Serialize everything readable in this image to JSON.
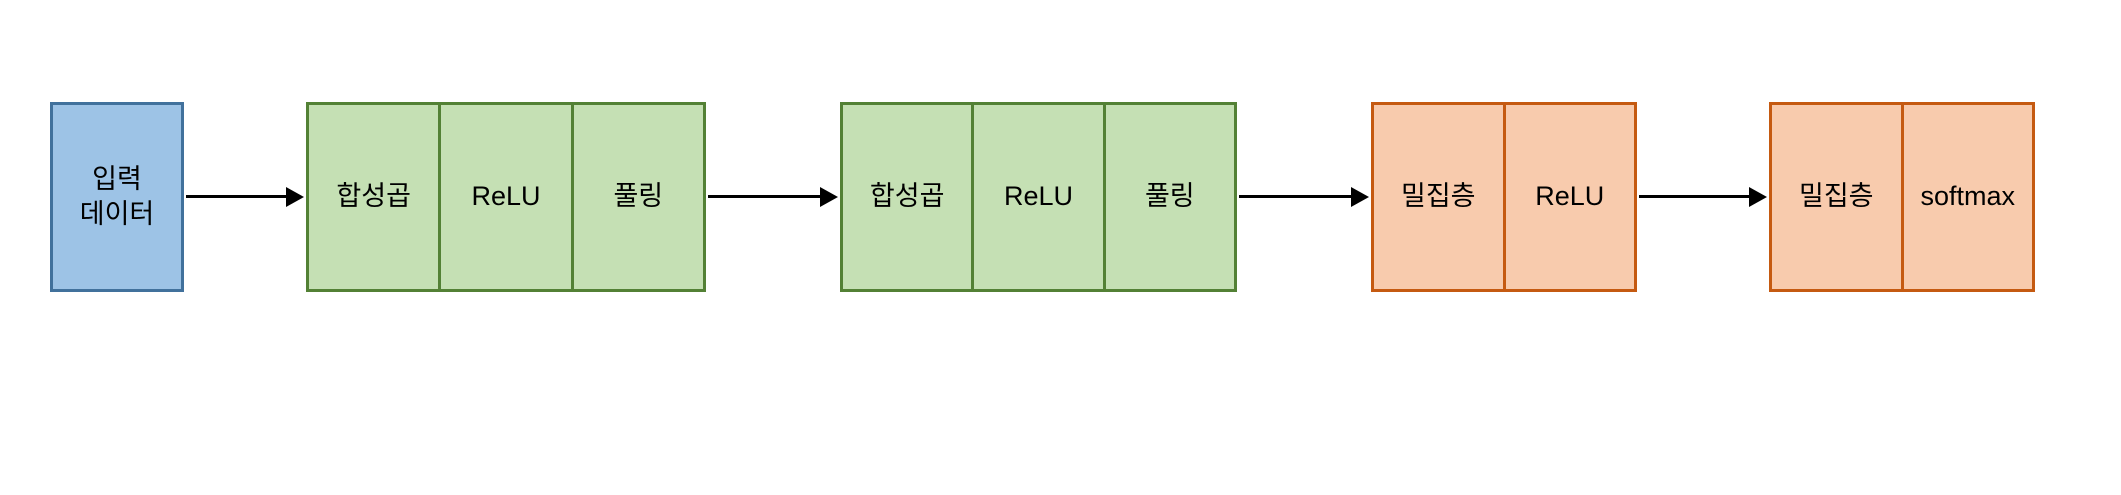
{
  "diagram": {
    "description": "Convolutional neural network architecture flow diagram",
    "colors": {
      "background": "#FFFFFF",
      "text": "#000000",
      "arrow": "#000000",
      "input_fill": "#9DC3E6",
      "input_border": "#41719C",
      "conv_fill": "#C5E0B4",
      "conv_border": "#538135",
      "dense_fill": "#F8CBAD",
      "dense_border": "#C55A11"
    },
    "nodes": [
      {
        "id": "input-data",
        "label": "입력\n데이터"
      },
      {
        "id": "conv-block-1",
        "cells": [
          "합성곱",
          "ReLU",
          "풀링"
        ]
      },
      {
        "id": "conv-block-2",
        "cells": [
          "합성곱",
          "ReLU",
          "풀링"
        ]
      },
      {
        "id": "dense-block-1",
        "cells": [
          "밀집층",
          "ReLU"
        ]
      },
      {
        "id": "dense-block-2",
        "cells": [
          "밀집층",
          "softmax"
        ]
      }
    ],
    "connections": [
      {
        "from": "input-data",
        "to": "conv-block-1"
      },
      {
        "from": "conv-block-1",
        "to": "conv-block-2"
      },
      {
        "from": "conv-block-2",
        "to": "dense-block-1"
      },
      {
        "from": "dense-block-1",
        "to": "dense-block-2"
      }
    ]
  }
}
